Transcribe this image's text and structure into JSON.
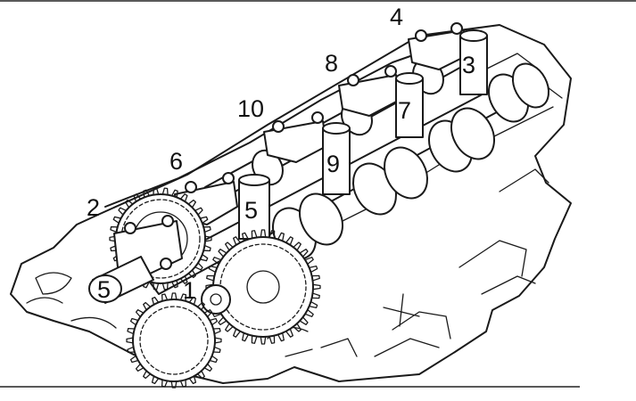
{
  "diagram": {
    "bolt_labels": [
      "1",
      "2",
      "3",
      "4",
      "5",
      "6",
      "7",
      "8",
      "9",
      "10"
    ],
    "shaft_end_marking": "5"
  }
}
